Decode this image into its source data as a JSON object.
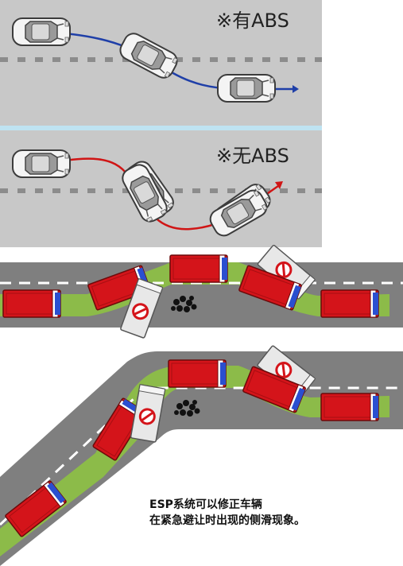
{
  "panels": {
    "with_abs": {
      "label": "※有ABS"
    },
    "without_abs": {
      "label": "※无ABS"
    }
  },
  "caption": {
    "line1": "ESP系统可以修正车辆",
    "line2": "在紧急避让时出现的侧滑现象。"
  },
  "colors": {
    "road_gray": "#c8c8c8",
    "asphalt": "#7f7f7f",
    "path_blue": "#1f3fa8",
    "path_red": "#d01515",
    "truck_red": "#d4141a",
    "grass": "#8ec63f",
    "divider_blue": "#bfe3f2"
  },
  "icons": [
    "sedan-car-icon",
    "red-truck-icon",
    "obstacle-rocks-icon",
    "no-entry-sign-icon"
  ]
}
